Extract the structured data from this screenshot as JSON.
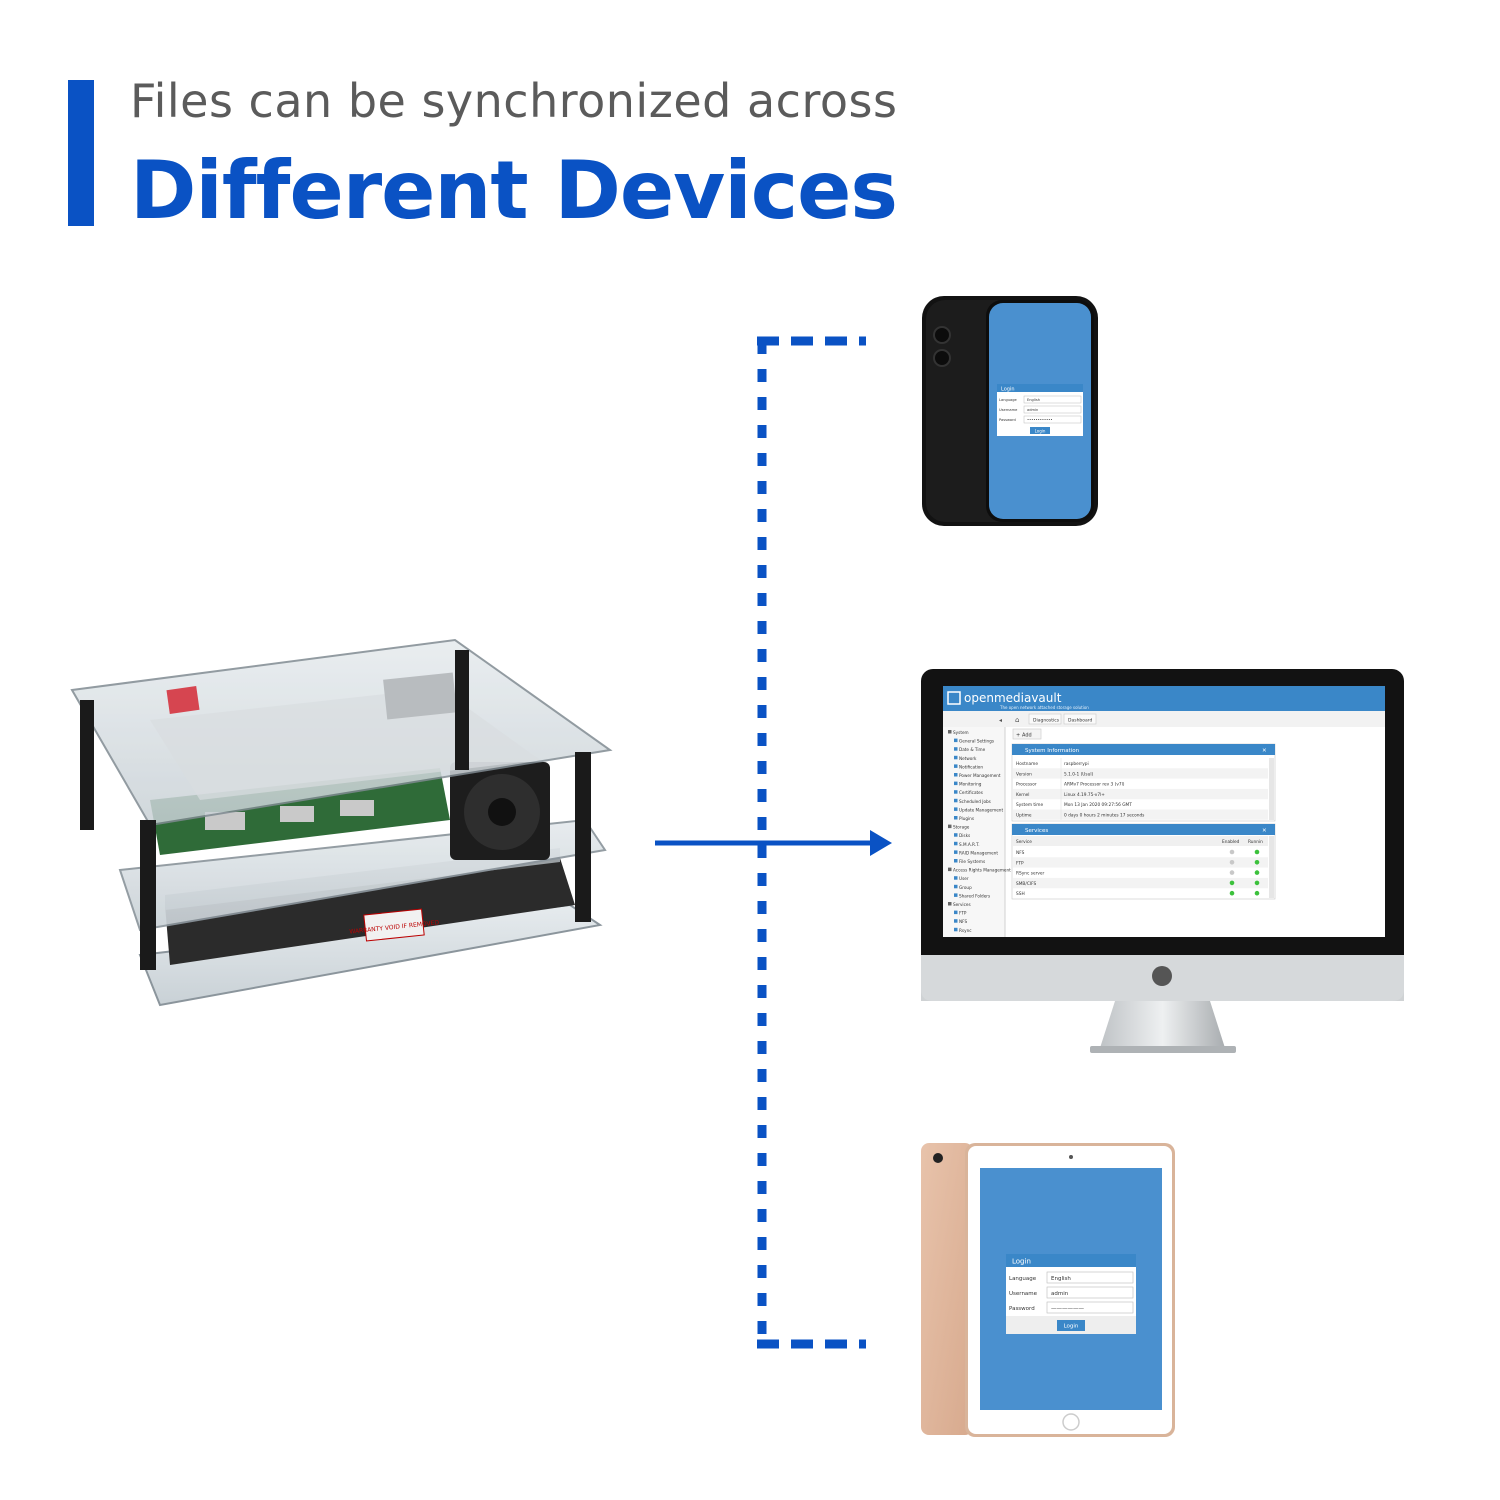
{
  "header": {
    "subtitle": "Files can be synchronized across",
    "title": "Different Devices"
  },
  "colors": {
    "brand_blue": "#0a52c4",
    "screen_blue": "#4a90cf",
    "omv_header": "#3a87c8"
  },
  "phone": {
    "login": {
      "title": "Login",
      "fields": [
        {
          "label": "Language",
          "value": "English"
        },
        {
          "label": "Username",
          "value": "admin"
        },
        {
          "label": "Password",
          "value": "••••••••••••"
        }
      ],
      "button": "Login"
    }
  },
  "tablet": {
    "login": {
      "title": "Login",
      "fields": [
        {
          "label": "Language",
          "value": "English"
        },
        {
          "label": "Username",
          "value": "admin"
        },
        {
          "label": "Password",
          "value": "——————"
        }
      ],
      "button": "Login"
    }
  },
  "omv": {
    "brand": "openmediavault",
    "tagline": "The open network attached storage solution",
    "tabs": [
      "Diagnostics",
      "Dashboard"
    ],
    "add_button": "Add",
    "sidebar": [
      "System",
      "General Settings",
      "Date & Time",
      "Network",
      "Notification",
      "Power Management",
      "Monitoring",
      "Certificates",
      "Scheduled Jobs",
      "Update Management",
      "Plugins",
      "Storage",
      "Disks",
      "S.M.A.R.T.",
      "RAID Management",
      "File Systems",
      "Access Rights Management",
      "User",
      "Group",
      "Shared Folders",
      "Services",
      "FTP",
      "NFS",
      "Rsync"
    ],
    "system_info": {
      "title": "System Information",
      "rows": [
        [
          "Hostname",
          "raspberrypi"
        ],
        [
          "Version",
          "5.1.0-1 (Usul)"
        ],
        [
          "Processor",
          "ARMv7 Processor rev 3 (v7l)"
        ],
        [
          "Kernel",
          "Linux 4.19.75-v7l+"
        ],
        [
          "System time",
          "Mon 13 Jan 2020 09:27:56 GMT"
        ],
        [
          "Uptime",
          "0 days 0 hours 2 minutes 17 seconds"
        ]
      ]
    },
    "services": {
      "title": "Services",
      "headers": [
        "Service",
        "Enabled",
        "Runnin"
      ],
      "rows": [
        "NFS",
        "FTP",
        "RSync server",
        "SMB/CIFS",
        "SSH"
      ]
    }
  },
  "nas_labels": {
    "sticker": "WARRANTY VOID IF REMOVED"
  }
}
